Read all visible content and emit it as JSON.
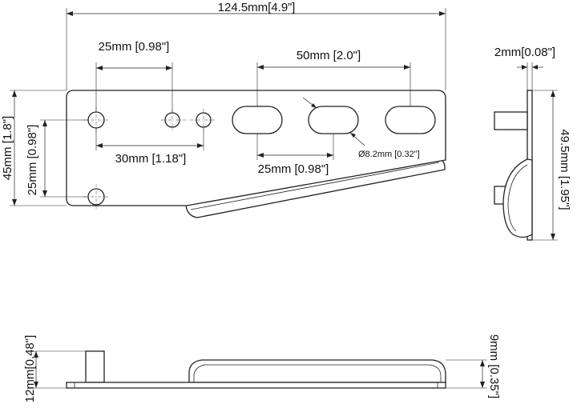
{
  "dimensions": {
    "overall_length": "124.5mm[4.9”]",
    "hole_spacing_top": "25mm [0.98\"]",
    "hole_spacing_mid": "30mm [1.18\"]",
    "slot_spacing_long": "50mm [2.0\"]",
    "slot_spacing_short": "25mm [0.98\"]",
    "slot_diameter": "Ø8.2mm [0.32\"]",
    "height_left": "45mm [1.8\"]",
    "hole_vertical": "25mm [0.98\"]",
    "thickness": "2mm[0.08\"]",
    "height_right": "49.5mm [1.95\"]",
    "side_height": "12mm[0.48\"]",
    "side_right": "9mm [0.35\"]"
  }
}
